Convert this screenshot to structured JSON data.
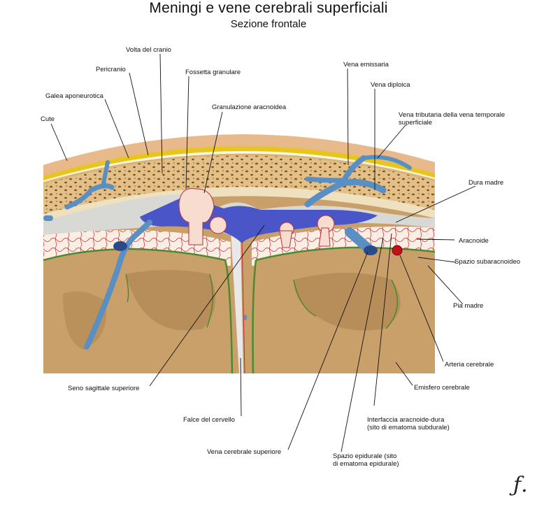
{
  "title": "Meningi e vene cerebrali superficiali",
  "subtitle": "Sezione frontale",
  "labels": {
    "volta_cranio": "Volta del cranio",
    "pericranio": "Pericranio",
    "galea": "Galea aponeurotica",
    "cute": "Cute",
    "fossetta": "Fossetta granulare",
    "granulazione": "Granulazione aracnoidea",
    "vena_emissaria": "Vena emissaria",
    "vena_diploica": "Vena diploica",
    "vena_tributaria_1": "Vena tributaria della vena temporale",
    "vena_tributaria_2": "superficiale",
    "dura": "Dura madre",
    "aracnoide": "Aracnoide",
    "spazio_sub": "Spazio subaracnoideo",
    "pia": "Pia madre",
    "arteria": "Arteria cerebrale",
    "emisfero": "Emisfero cerebrale",
    "interfaccia_1": "Interfaccia aracnoide-dura",
    "interfaccia_2": "(sito di ematoma subdurale)",
    "spazio_epi_1": "Spazio epidurale (sito",
    "spazio_epi_2": "di ematoma epidurale)",
    "vena_cerebrale": "Vena cerebrale superiore",
    "falce": "Falce del cervello",
    "seno": "Seno sagittale superiore"
  },
  "signature": "ƒ.",
  "colors": {
    "skin": "#e8b98a",
    "galea_yellow": "#e7c51c",
    "bone": "#e2c088",
    "bone_pits": "#8a5a2c",
    "dura": "#d8d8d4",
    "sinus_blue": "#4a56c8",
    "vein_blue": "#5a8fc4",
    "subarachnoid": "#fbeee4",
    "red_trabeculae": "#c8282e",
    "pia_green": "#4c8a2e",
    "brain": "#c9a06a",
    "brain_dark": "#a87e4a",
    "artery": "#c0101a"
  }
}
